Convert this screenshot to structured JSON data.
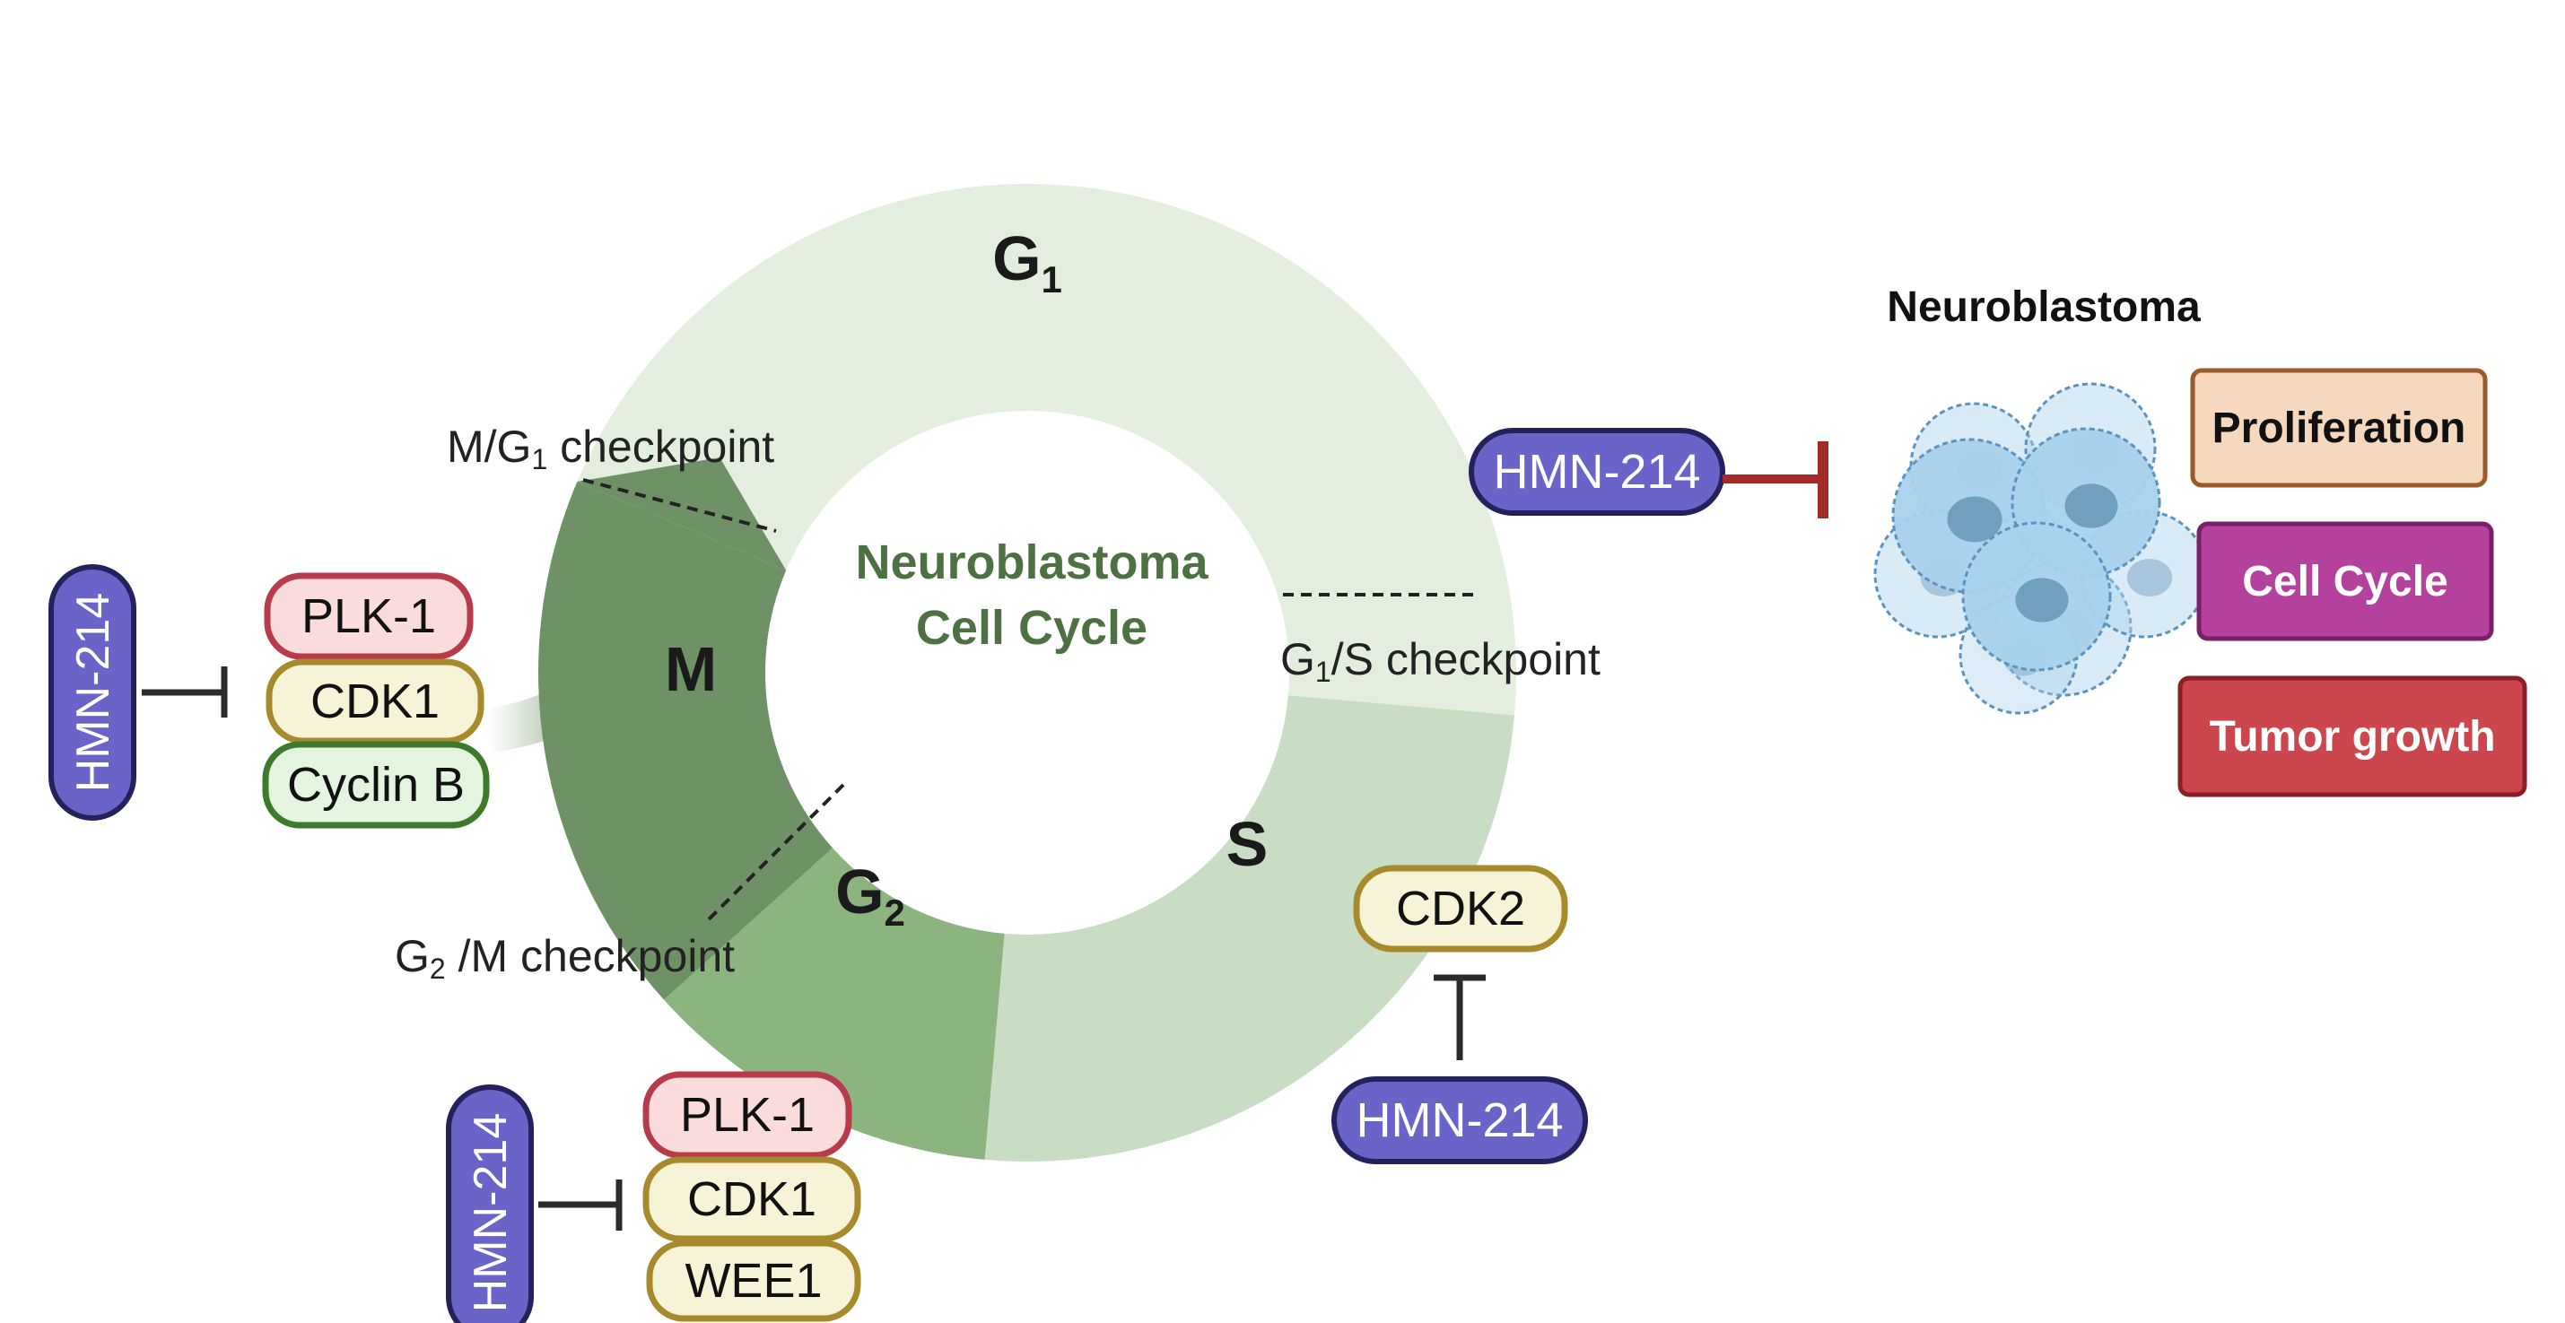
{
  "colors": {
    "phase_g1": "#e4eedf",
    "phase_s": "#c9dcc4",
    "phase_g2": "#8bb47f",
    "phase_m": "#6e9265",
    "center_text": "#4e7143",
    "drug_fill": "#6a64c8",
    "drug_border": "#25215c",
    "plk_fill": "#fbdcdc",
    "plk_border": "#b83a4b",
    "cdk_fill": "#f7f3d6",
    "cdk_border": "#a68a2c",
    "cyclin_fill": "#e3f4df",
    "cyclin_border": "#3e7a2b",
    "inhibit_red": "#a52a2a",
    "inhibit_dark": "#2b2b2b",
    "prolif_fill": "#f5d8bd",
    "prolif_border": "#9a5a2a",
    "cellcycle_fill": "#b4419c",
    "cellcycle_border": "#7a2068",
    "tumor_fill": "#cc474d",
    "tumor_border": "#8a1f24",
    "cell_fill": "#a9d2ec",
    "cell_nucleus": "#6e9cbc",
    "cell_outline": "#5a93bf"
  },
  "cycle": {
    "center_title_line1": "Neuroblastoma",
    "center_title_line2": "Cell Cycle",
    "phases": {
      "g1": {
        "main": "G",
        "sub": "1"
      },
      "s": {
        "main": "S"
      },
      "g2": {
        "main": "G",
        "sub": "2"
      },
      "m": {
        "main": "M"
      }
    },
    "checkpoints": {
      "mg1": {
        "pre": "M/G",
        "sub": "1",
        "post": " checkpoint"
      },
      "g1s": {
        "pre": "G",
        "sub": "1",
        "post": "/S checkpoint"
      },
      "g2m": {
        "pre": "G",
        "sub": "2",
        "post": " /M checkpoint"
      }
    }
  },
  "drug_label": "HMN-214",
  "m_group": {
    "drug": "HMN-214",
    "proteins": [
      "PLK-1",
      "CDK1",
      "Cyclin B"
    ]
  },
  "g2_group": {
    "drug": "HMN-214",
    "proteins": [
      "PLK-1",
      "CDK1",
      "WEE1"
    ]
  },
  "s_group": {
    "drug": "HMN-214",
    "protein": "CDK2"
  },
  "neuroblastoma": {
    "title": "Neuroblastoma",
    "drug": "HMN-214",
    "effects": [
      "Proliferation",
      "Cell Cycle",
      "Tumor growth"
    ]
  }
}
